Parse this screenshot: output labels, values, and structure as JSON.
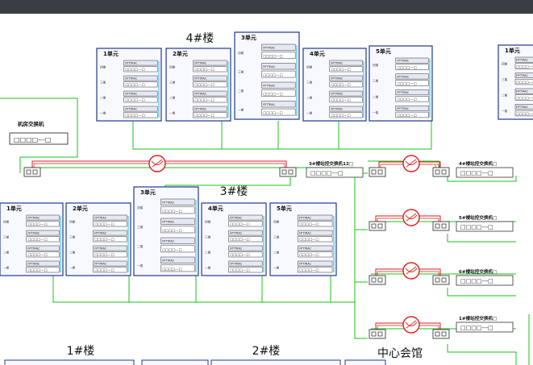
{
  "colors": {
    "bar": "#3a3d44",
    "network": "#19c319",
    "fiber": "#e01b1b",
    "unit_border": "#1f3a8c",
    "unit_fill": "#f7f9ff",
    "device_fill": "#e5e9f3",
    "port_text": "#222222",
    "link_line": "#2fb8d6"
  },
  "buildings": [
    {
      "label": "4#楼",
      "units": [
        "1单元",
        "2单元",
        "3单元",
        "4单元",
        "5单元",
        "1单元"
      ]
    },
    {
      "label": "3#楼",
      "units": [
        "1单元",
        "2单元",
        "3单元",
        "4单元",
        "5单元"
      ]
    },
    {
      "label": "1#楼",
      "units": []
    },
    {
      "label": "2#楼",
      "units": []
    }
  ],
  "center_label": "中心会馆",
  "room_switch_label": "机房交换机",
  "floor_labels": [
    "四楼",
    "三楼",
    "二楼",
    "一楼"
  ],
  "switches": [
    {
      "name": "3#楼站控交换机",
      "suffix": "12",
      "ports": "□□□□---□"
    },
    {
      "name": "4#楼站控交换机",
      "suffix": "",
      "ports": "□□□□---□"
    },
    {
      "name": "5#楼站控交换机",
      "suffix": "",
      "ports": "□□□□---□"
    },
    {
      "name": "6#楼站控交换机",
      "suffix": "",
      "ports": "□□□□---□"
    },
    {
      "name": "1#楼站控交换机",
      "suffix": "",
      "ports": "□□□□---□"
    }
  ],
  "unit_device_label": "FPTTRAC",
  "unit_device_ports": "□□□□---□",
  "room_switch_ports": "□□□□---□"
}
